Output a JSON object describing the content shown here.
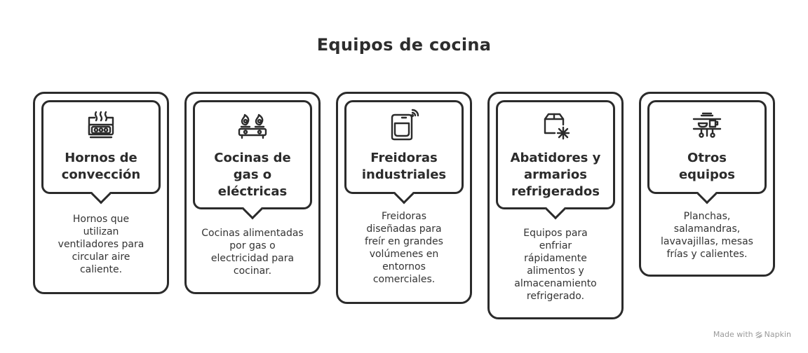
{
  "title": "Equipos de cocina",
  "cards": [
    {
      "icon": "oven-icon",
      "title_line1": "Hornos de",
      "title_line2": "convección",
      "title_line3": "",
      "description": [
        "Hornos que",
        "utilizan",
        "ventiladores para",
        "circular aire",
        "caliente."
      ]
    },
    {
      "icon": "gas-stove-icon",
      "title_line1": "Cocinas de",
      "title_line2": "gas o",
      "title_line3": "eléctricas",
      "description": [
        "Cocinas alimentadas",
        "por gas o",
        "electricidad para",
        "cocinar."
      ]
    },
    {
      "icon": "fryer-icon",
      "title_line1": "Freidoras",
      "title_line2": "industriales",
      "title_line3": "",
      "description": [
        "Freidoras",
        "diseñadas para",
        "freír en grandes",
        "volúmenes en",
        "entornos",
        "comerciales."
      ]
    },
    {
      "icon": "fridge-box-snowflake-icon",
      "title_line1": "Abatidores y",
      "title_line2": "armarios",
      "title_line3": "refrigerados",
      "description": [
        "Equipos para",
        "enfriar",
        "rápidamente",
        "alimentos y",
        "almacenamiento",
        "refrigerado."
      ]
    },
    {
      "icon": "shelf-utensils-icon",
      "title_line1": "Otros",
      "title_line2": "equipos",
      "title_line3": "",
      "description": [
        "Planchas,",
        "salamandras,",
        "lavavajillas, mesas",
        "frías y calientes."
      ]
    }
  ],
  "footer": {
    "made_with": "Made with",
    "brand": "Napkin"
  }
}
